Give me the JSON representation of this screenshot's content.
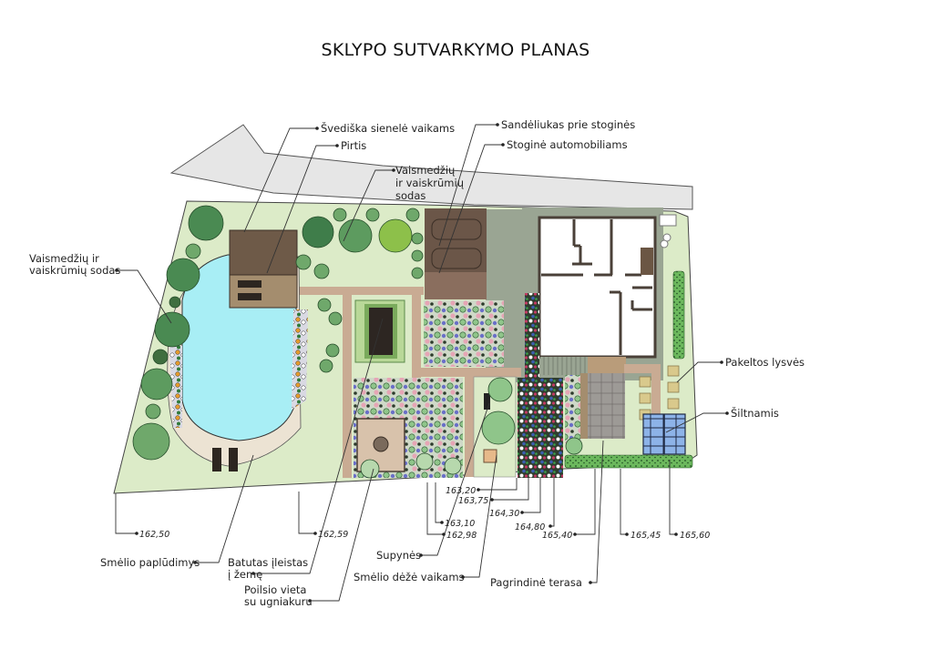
{
  "title": "SKLYPO SUTVARKYMO PLANAS",
  "colors": {
    "lawn": "#dcebc8",
    "pool": "#a8eef5",
    "beach": "#ece3d3",
    "path": "#c9ab93",
    "driveway": "#9aa593",
    "house_roof": "#6b5644",
    "sauna_roof": "#6e5a48",
    "sauna_deck": "#a48d6e",
    "carport": "#6b5648",
    "road": "#e6e6e6",
    "tree_dark": "#3f7d4a",
    "tree_mid": "#5d9b5f",
    "tree_light": "#9cc07a",
    "greenhouse": "#6f9bd6",
    "raised_bed": "#d9c98c",
    "terrace": "#a9a39b"
  },
  "labels": {
    "swedish_wall": "Švediška sienelė vaikams",
    "sauna": "Pirtis",
    "orchard_top_1": "Vaismedžių",
    "orchard_top_2": "ir vaiskrūmių",
    "orchard_top_3": "sodas",
    "shed": "Sandėliukas prie stoginės",
    "carport": "Stoginė automobiliams",
    "orchard_left_1": "Vaismedžių ir",
    "orchard_left_2": "vaiskrūmių sodas",
    "raised_beds": "Pakeltos lysvės",
    "greenhouse": "Šiltnamis",
    "beach": "Smėlio paplūdimys",
    "trampoline_1": "Batutas įleistas",
    "trampoline_2": "į žemę",
    "fire_1": "Poilsio vieta",
    "fire_2": "su ugniakuru",
    "swing": "Supynės",
    "sandbox": "Smėlio dėžė vaikams",
    "terrace": "Pagrindinė terasa"
  },
  "elevations": {
    "e1": "162,50",
    "e2": "162,59",
    "e3": "163,10",
    "e4": "162,98",
    "e5": "163,20",
    "e6": "163,75",
    "e7": "164,30",
    "e8": "164,80",
    "e9": "165,40",
    "e10": "165,45",
    "e11": "165,60"
  }
}
